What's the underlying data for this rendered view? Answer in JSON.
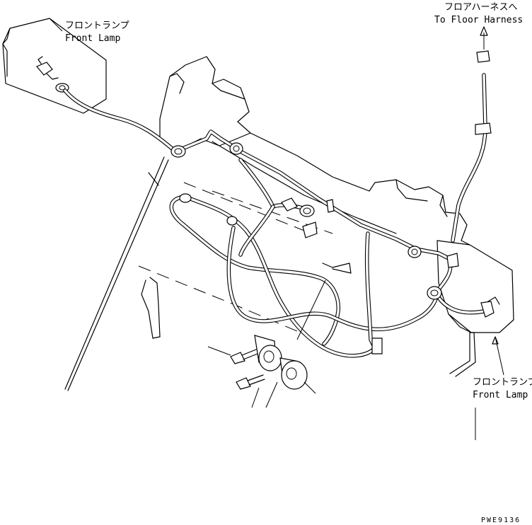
{
  "labels": {
    "front_lamp_left_jp": "フロントランプ",
    "front_lamp_left_en": "Front Lamp",
    "front_lamp_right_jp": "フロントランプ",
    "front_lamp_right_en": "Front Lamp",
    "floor_harness_jp": "フロアハーネスへ",
    "floor_harness_en": "To Floor Harness",
    "drawing_code": "PWE9136"
  }
}
